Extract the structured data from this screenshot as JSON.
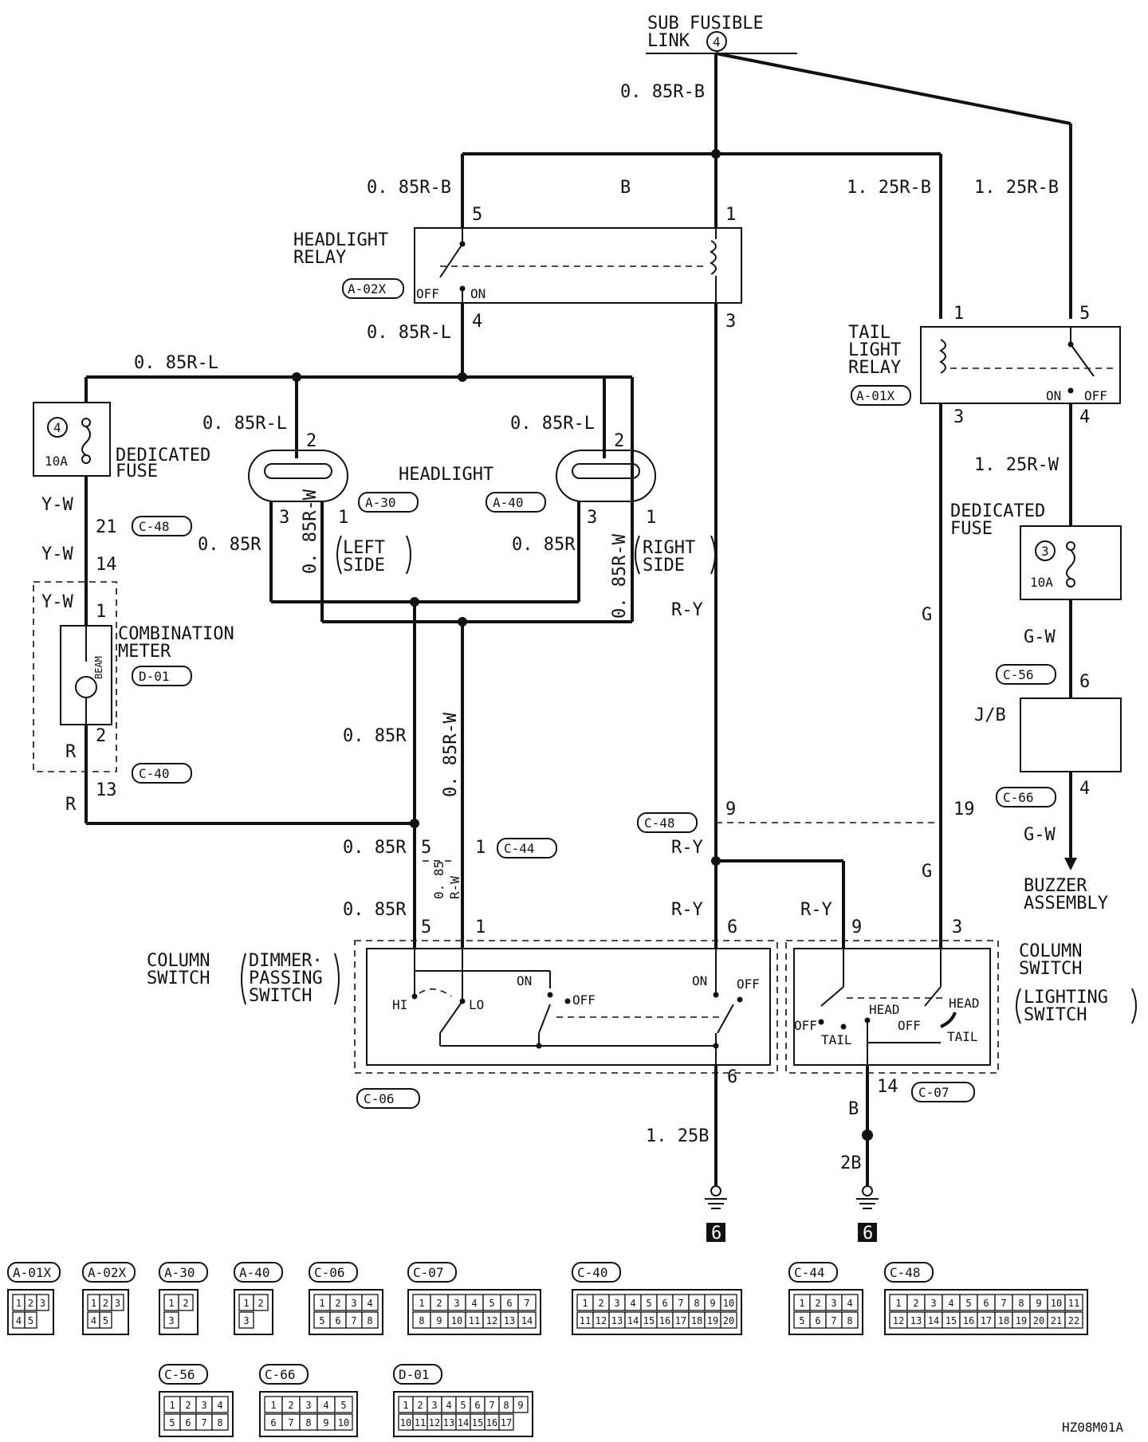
{
  "source": {
    "line1": "SUB FUSIBLE",
    "line2": "LINK",
    "num": "4"
  },
  "wires": {
    "w_main": "0. 85R-B",
    "w_a": "0. 85R-B",
    "w_b": "B",
    "w_c": "1. 25R-B",
    "w_d": "1. 25R-B",
    "w_relay_out": "0. 85R-L",
    "w_bus": "0. 85R-L",
    "w_left2": "0. 85R-L",
    "w_right2": "0. 85R-L",
    "w_yw1": "Y-W",
    "w_yw2": "Y-W",
    "w_yw3": "Y-W",
    "w_r1": "R",
    "w_r2": "R",
    "w_085r_a": "0. 85R",
    "w_085rw_a": "0. 85R-W",
    "w_085r_b": "0. 85R",
    "w_085rw_b": "0. 85R-W",
    "w_085r_c": "0. 85R",
    "w_085rw_c": "0. 85R-W",
    "w_085r_d": "0. 85R",
    "w_085rw_d1": "0. 85",
    "w_085rw_d2": "R-W",
    "w_085r_e": "0. 85R",
    "w_ry1": "R-Y",
    "w_ry2": "R-Y",
    "w_ry3": "R-Y",
    "w_ry4": "R-Y",
    "w_g1": "G",
    "w_g2": "G",
    "w_125rw": "1. 25R-W",
    "w_gw1": "G-W",
    "w_gw2": "G-W",
    "w_125b": "1. 25B",
    "w_2b": "2B"
  },
  "components": {
    "headlight_relay": {
      "name1": "HEADLIGHT",
      "name2": "RELAY",
      "code": "A-02X",
      "off": "OFF",
      "on": "ON"
    },
    "tail_relay": {
      "name1": "TAIL",
      "name2": "LIGHT",
      "name3": "RELAY",
      "code": "A-01X",
      "on": "ON",
      "off": "OFF"
    },
    "ded_fuse_4": {
      "name1": "DEDICATED",
      "name2": "FUSE",
      "num": "4",
      "amp": "10A"
    },
    "ded_fuse_3": {
      "name1": "DEDICATED",
      "name2": "FUSE",
      "num": "3",
      "amp": "10A"
    },
    "headlight": {
      "name": "HEADLIGHT",
      "left_code": "A-30",
      "right_code": "A-40",
      "left1": "LEFT",
      "left2": "SIDE",
      "right1": "RIGHT",
      "right2": "SIDE"
    },
    "combination_meter": {
      "name1": "COMBINATION",
      "name2": "METER",
      "code": "D-01",
      "beam": "BEAM"
    },
    "jb": {
      "name": "J/B"
    },
    "column_dimmer": {
      "name1": "COLUMN",
      "name2": "SWITCH",
      "sub1": "DIMMER·",
      "sub2": "PASSING",
      "sub3": "SWITCH",
      "code": "C-06",
      "hi": "HI",
      "lo": "LO",
      "on1": "ON",
      "off1": "OFF",
      "on2": "ON",
      "off2": "OFF"
    },
    "column_lighting": {
      "name1": "COLUMN",
      "name2": "SWITCH",
      "sub1": "LIGHTING",
      "sub2": "SWITCH",
      "code": "C-07",
      "off1": "OFF",
      "tail1": "TAIL",
      "head1": "HEAD",
      "off2": "OFF",
      "head2": "HEAD",
      "tail2": "TAIL"
    },
    "buzzer": {
      "name1": "BUZZER",
      "name2": "ASSEMBLY"
    }
  },
  "pins": {
    "hr5": "5",
    "hr1": "1",
    "hr4": "4",
    "hr3": "3",
    "tr1": "1",
    "tr5": "5",
    "tr3": "3",
    "tr4": "4",
    "hl_l2": "2",
    "hl_l3": "3",
    "hl_l1": "1",
    "hl_r2": "2",
    "hl_r3": "3",
    "hl_r1": "1",
    "p21": "21",
    "p14": "14",
    "m1": "1",
    "m2": "2",
    "p13": "13",
    "c44_5": "5",
    "c44_1": "1",
    "sw5": "5",
    "sw1": "1",
    "c48_9": "9",
    "c48_19": "19",
    "sw6": "6",
    "lsw9": "9",
    "lsw3": "3",
    "sw6b": "6",
    "lsw14": "14",
    "c56_6": "6",
    "c66_4": "4"
  },
  "inline_codes": {
    "c48a": "C-48",
    "c40": "C-40",
    "c44": "C-44",
    "c48b": "C-48",
    "c56": "C-56",
    "c66": "C-66"
  },
  "grounds": {
    "g1": "6",
    "g2": "6"
  },
  "connectors": [
    {
      "code": "A-01X",
      "pins": [
        "1",
        "2",
        "3",
        "4",
        "5"
      ]
    },
    {
      "code": "A-02X",
      "pins": [
        "1",
        "2",
        "3",
        "4",
        "5"
      ]
    },
    {
      "code": "A-30",
      "pins": [
        "1",
        "2",
        "3"
      ]
    },
    {
      "code": "A-40",
      "pins": [
        "1",
        "2",
        "3"
      ]
    },
    {
      "code": "C-06",
      "pins": [
        "1",
        "2",
        "3",
        "4",
        "5",
        "6",
        "7",
        "8"
      ]
    },
    {
      "code": "C-07",
      "pins": [
        "1",
        "2",
        "3",
        "4",
        "5",
        "6",
        "7",
        "8",
        "9",
        "10",
        "11",
        "12",
        "13",
        "14"
      ]
    },
    {
      "code": "C-40",
      "pins": [
        "1",
        "2",
        "3",
        "4",
        "5",
        "6",
        "7",
        "8",
        "9",
        "10",
        "11",
        "12",
        "13",
        "14",
        "15",
        "16",
        "17",
        "18",
        "19",
        "20"
      ]
    },
    {
      "code": "C-44",
      "pins": [
        "1",
        "2",
        "3",
        "4",
        "5",
        "6",
        "7",
        "8"
      ]
    },
    {
      "code": "C-48",
      "pins": [
        "1",
        "2",
        "3",
        "4",
        "5",
        "6",
        "7",
        "8",
        "9",
        "10",
        "11",
        "12",
        "13",
        "14",
        "15",
        "16",
        "17",
        "18",
        "19",
        "20",
        "21",
        "22"
      ]
    },
    {
      "code": "C-56",
      "pins": [
        "1",
        "2",
        "3",
        "4",
        "5",
        "6",
        "7",
        "8"
      ]
    },
    {
      "code": "C-66",
      "pins": [
        "1",
        "2",
        "3",
        "4",
        "5",
        "6",
        "7",
        "8",
        "9",
        "10"
      ]
    },
    {
      "code": "D-01",
      "pins": [
        "1",
        "2",
        "3",
        "4",
        "5",
        "6",
        "7",
        "8",
        "9",
        "10",
        "11",
        "12",
        "13",
        "14",
        "15",
        "16",
        "17"
      ]
    }
  ],
  "footer_code": "HZ08M01A"
}
